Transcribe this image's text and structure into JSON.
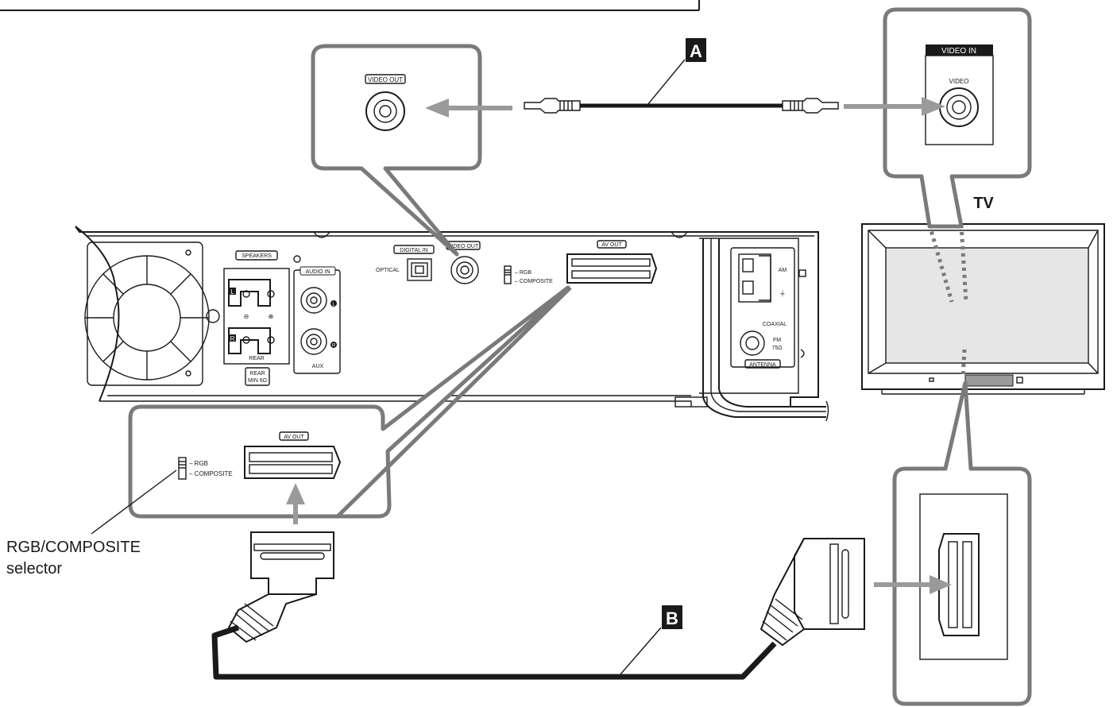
{
  "labels": {
    "cable_a": "A",
    "cable_b": "B",
    "tv": "TV",
    "video_out": "VIDEO OUT",
    "video_in": "VIDEO  IN",
    "video": "VIDEO",
    "digital_in": "DIGITAL IN",
    "optical": "OPTICAL",
    "av_out": "AV  OUT",
    "rgb": "RGB",
    "composite": "COMPOSITE",
    "speakers": "SPEAKERS",
    "audio_in": "AUDIO IN",
    "aux": "AUX",
    "rear": "REAR",
    "rear_min_line1": "REAR",
    "rear_min_line2": "MIN 6Ω",
    "am": "AM",
    "coaxial": "COAXIAL",
    "fm_line1": "FM",
    "fm_line2": "75Ω",
    "antenna": "ANTENNA",
    "spk_l": "L",
    "spk_r": "R",
    "aud_l": "L",
    "aud_r": "R",
    "selector_line1": "RGB/COMPOSITE",
    "selector_line2": "selector"
  },
  "colors": {
    "callout_border": "#7a7a7a",
    "flow_arrow": "#9a9a9a",
    "ink": "#1a1a1a",
    "tv_screen": "#e6e6e6"
  }
}
